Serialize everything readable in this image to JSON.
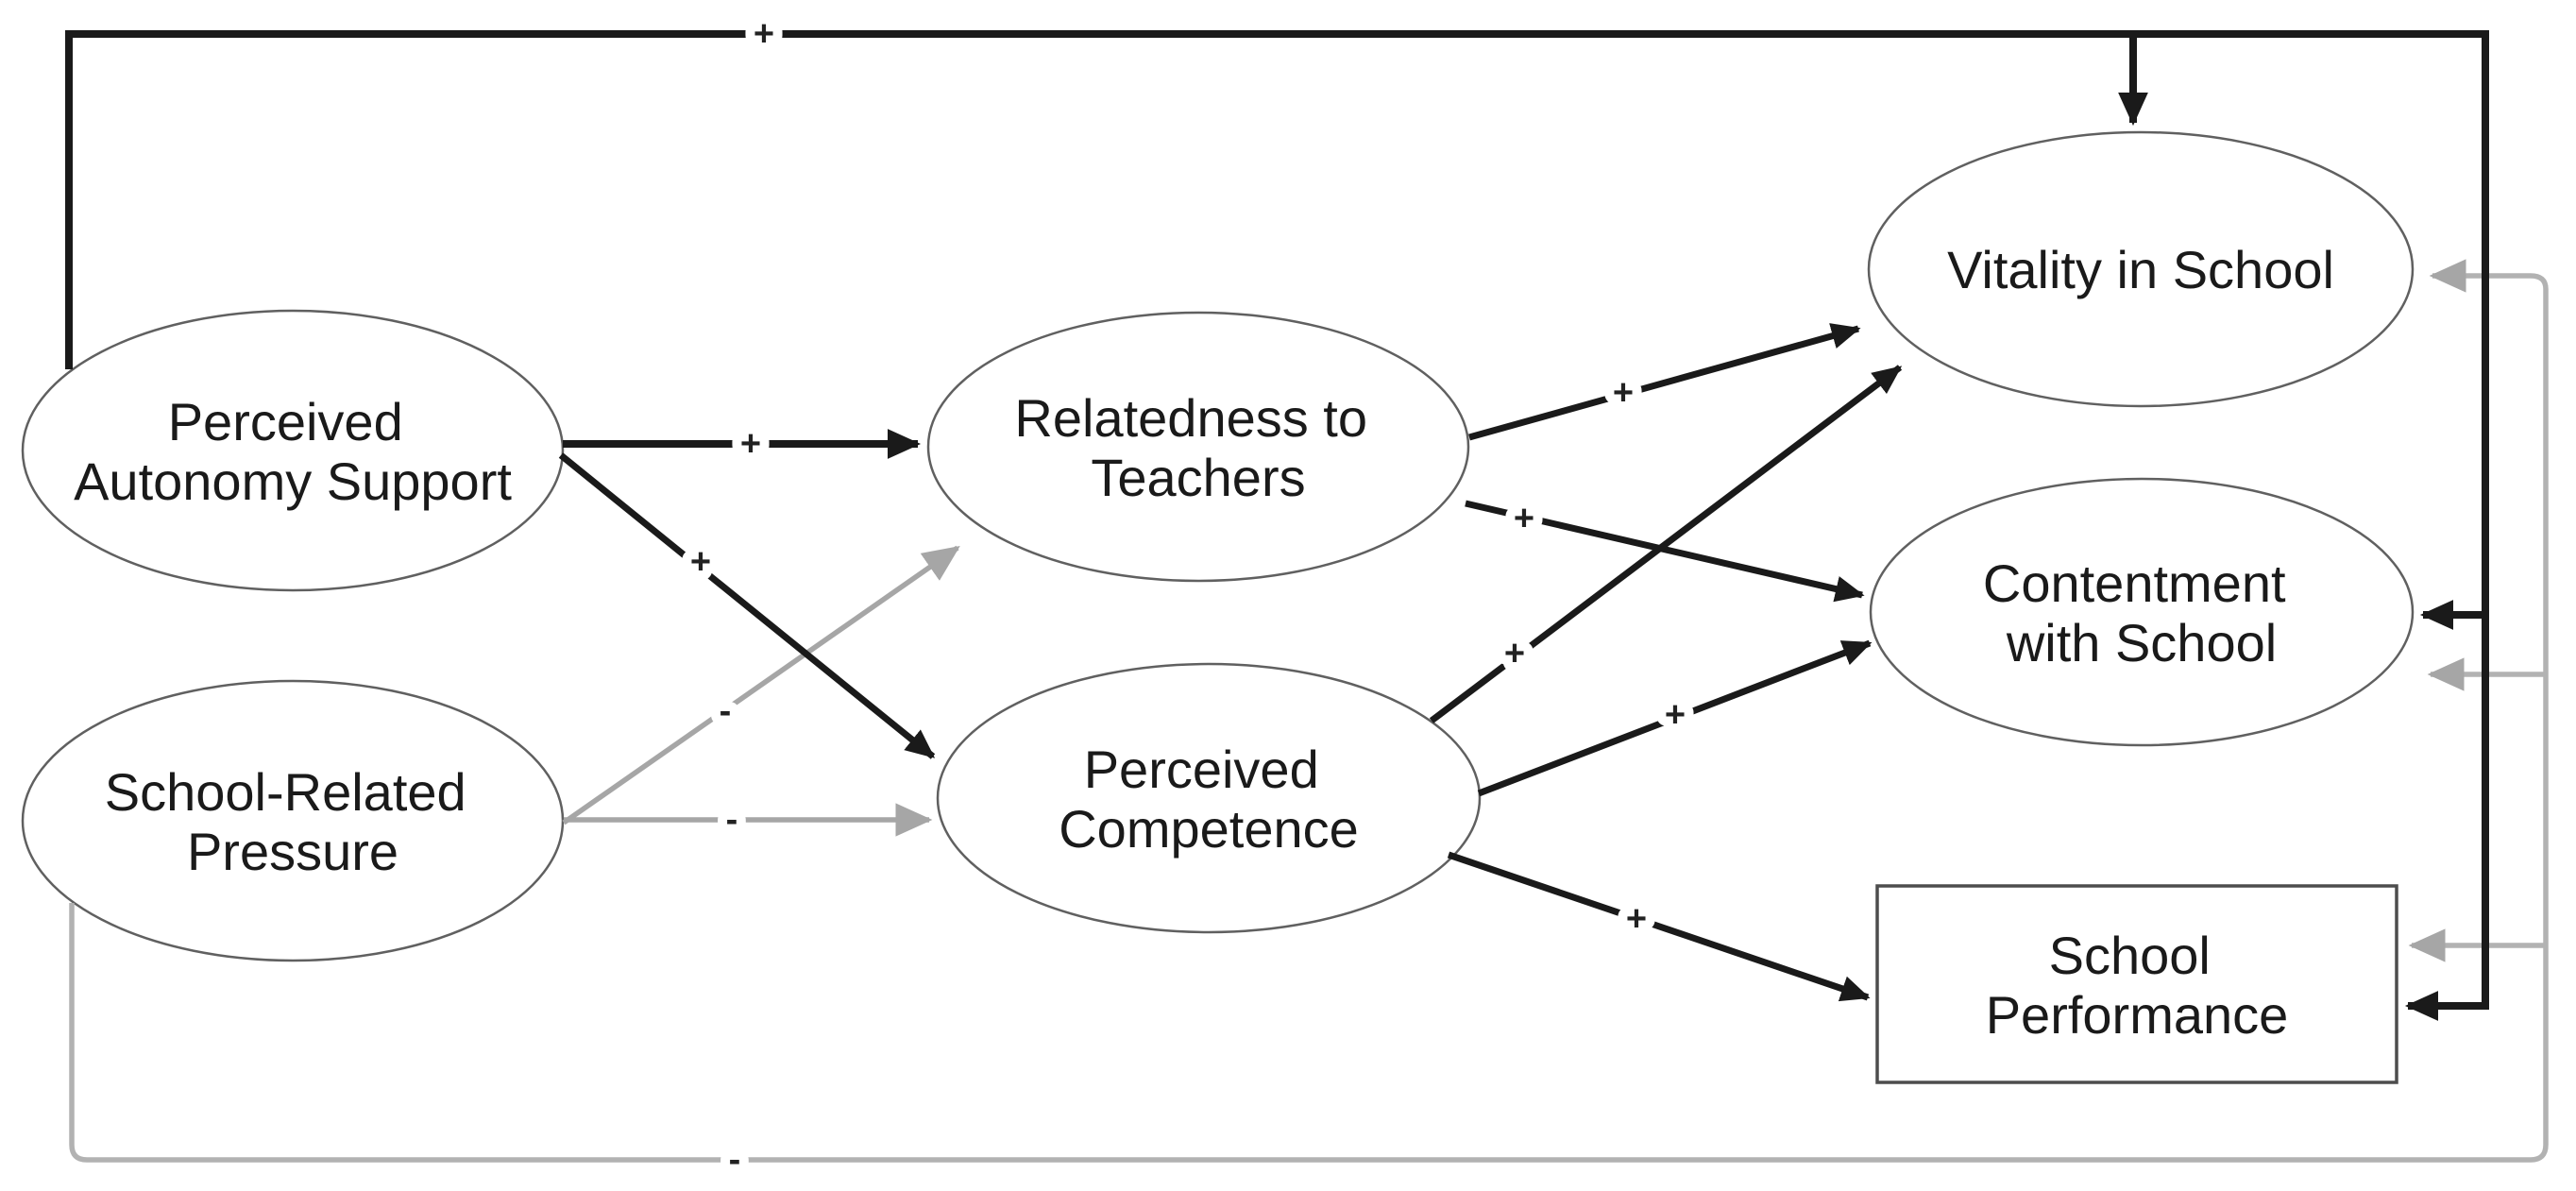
{
  "diagram": {
    "background": "#ffffff",
    "colors": {
      "black_path": "#1a1a1a",
      "gray_path": "#b2b2b2",
      "gray_arrowhead": "#a6a6a6",
      "node_border": "#606060",
      "rect_border": "#4d4d4d",
      "text": "#1a1a1a"
    },
    "nodes": {
      "perceived_autonomy_support": {
        "shape": "ellipse",
        "lines": [
          "Perceived",
          "Autonomy Support"
        ]
      },
      "school_related_pressure": {
        "shape": "ellipse",
        "lines": [
          "School-Related",
          "Pressure"
        ]
      },
      "relatedness_to_teachers": {
        "shape": "ellipse",
        "lines": [
          "Relatedness to",
          "Teachers"
        ]
      },
      "perceived_competence": {
        "shape": "ellipse",
        "lines": [
          "Perceived",
          "Competence"
        ]
      },
      "vitality_in_school": {
        "shape": "ellipse",
        "lines": [
          "Vitality in School"
        ]
      },
      "contentment_with_school": {
        "shape": "ellipse",
        "lines": [
          "Contentment",
          "with School"
        ]
      },
      "school_performance": {
        "shape": "rectangle",
        "lines": [
          "School",
          "Performance"
        ]
      }
    },
    "edges": [
      {
        "from": "perceived_autonomy_support",
        "to": "relatedness_to_teachers",
        "sign": "+",
        "line": "black"
      },
      {
        "from": "perceived_autonomy_support",
        "to": "perceived_competence",
        "sign": "+",
        "line": "black"
      },
      {
        "from": "perceived_autonomy_support",
        "to": "vitality_in_school, contentment_with_school, school_performance",
        "sign": "+",
        "line": "black",
        "route": "top-and-right-border"
      },
      {
        "from": "school_related_pressure",
        "to": "relatedness_to_teachers",
        "sign": "-",
        "line": "gray"
      },
      {
        "from": "school_related_pressure",
        "to": "perceived_competence",
        "sign": "-",
        "line": "gray"
      },
      {
        "from": "school_related_pressure",
        "to": "vitality_in_school, contentment_with_school, school_performance",
        "sign": "-",
        "line": "gray",
        "route": "bottom-and-right-border"
      },
      {
        "from": "relatedness_to_teachers",
        "to": "vitality_in_school",
        "sign": "+",
        "line": "black"
      },
      {
        "from": "relatedness_to_teachers",
        "to": "contentment_with_school",
        "sign": "+",
        "line": "black"
      },
      {
        "from": "perceived_competence",
        "to": "vitality_in_school",
        "sign": "+",
        "line": "black"
      },
      {
        "from": "perceived_competence",
        "to": "contentment_with_school",
        "sign": "+",
        "line": "black"
      },
      {
        "from": "perceived_competence",
        "to": "school_performance",
        "sign": "+",
        "line": "black"
      }
    ]
  }
}
